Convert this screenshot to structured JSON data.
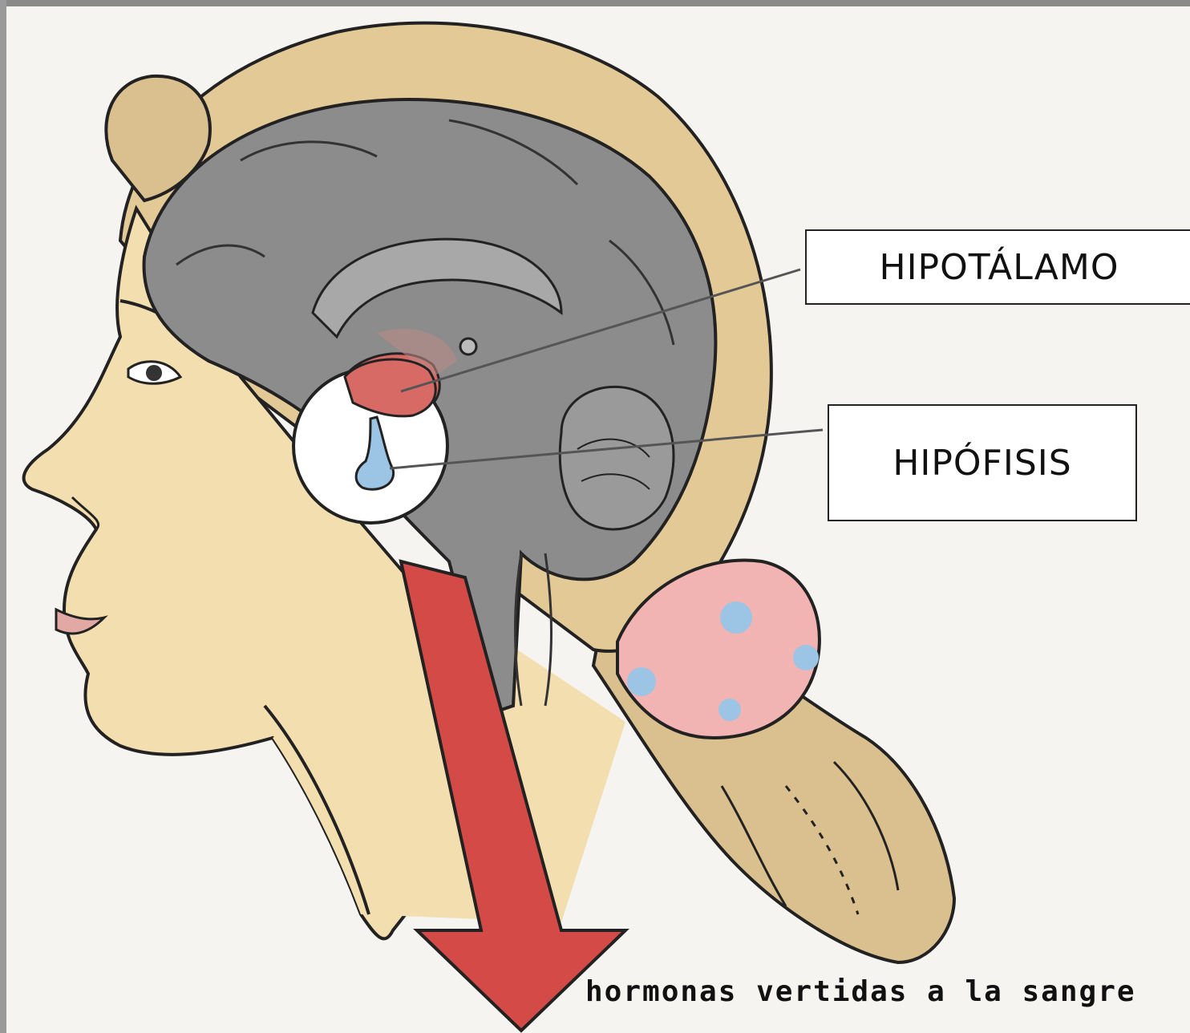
{
  "labels": {
    "hipotalamo": "HIPOTÁLAMO",
    "hipofisis": "HIPÓFISIS",
    "caption": "hormonas vertidas a la sangre"
  },
  "colors": {
    "skin": "#f3deb0",
    "hair": "#d9c08e",
    "brain": "#8c8c8c",
    "hypothalamus": "#d86a66",
    "pituitary": "#9cc4e4",
    "arrow": "#d34a46",
    "scrunchie": "#f2b3b3"
  }
}
